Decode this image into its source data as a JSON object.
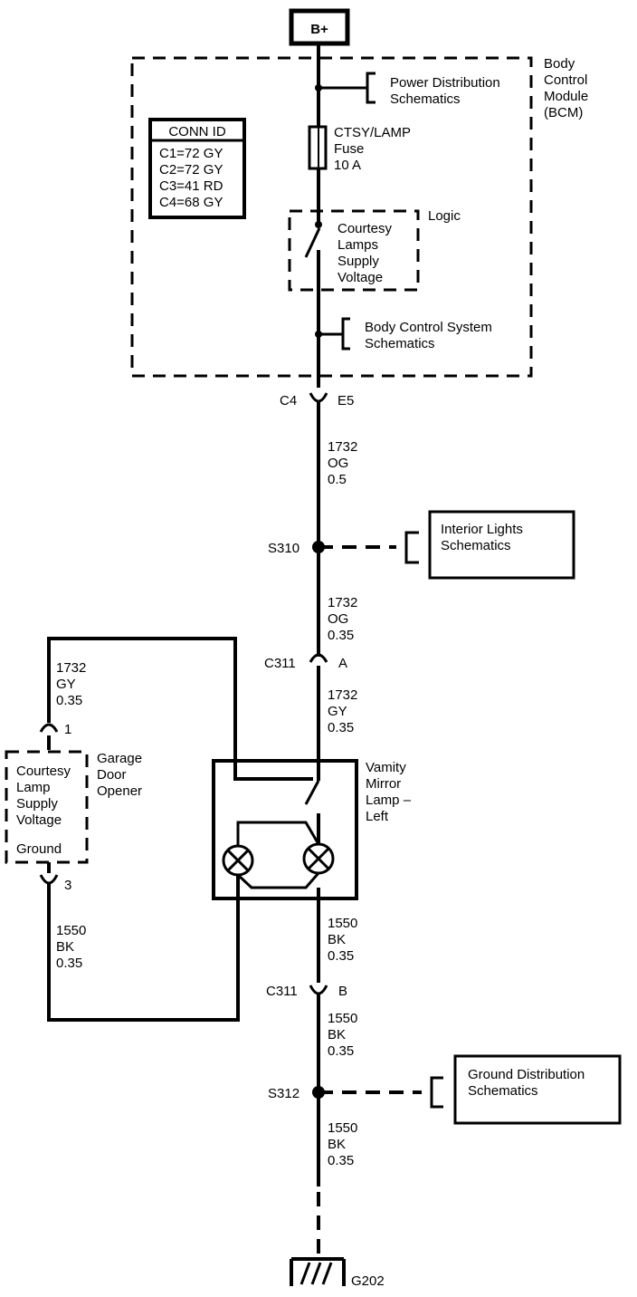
{
  "power_source": "B+",
  "bcm": {
    "label_lines": [
      "Body",
      "Control",
      "Module",
      "(BCM)"
    ]
  },
  "conn_id": {
    "title": "CONN ID",
    "rows": [
      "C1=72 GY",
      "C2=72 GY",
      "C3=41 RD",
      "C4=68 GY"
    ]
  },
  "refs": {
    "power_distribution": [
      "Power Distribution",
      "Schematics"
    ],
    "body_control_system": [
      "Body Control System",
      "Schematics"
    ],
    "interior_lights": [
      "Interior Lights",
      "Schematics"
    ],
    "ground_distribution": [
      "Ground Distribution",
      "Schematics"
    ]
  },
  "fuse": {
    "lines": [
      "CTSY/LAMP",
      "Fuse",
      "10 A"
    ]
  },
  "logic": {
    "label": "Logic",
    "switch_lines": [
      "Courtesy",
      "Lamps",
      "Supply",
      "Voltage"
    ]
  },
  "connectors": {
    "c4": "C4",
    "c4_pin": "E5",
    "c311a": "C311",
    "c311a_pin": "A",
    "c311b": "C311",
    "c311b_pin": "B",
    "gdo_pin1": "1",
    "gdo_pin3": "3"
  },
  "splices": {
    "s310": "S310",
    "s312": "S312"
  },
  "wires": {
    "w1": [
      "1732",
      "OG",
      "0.5"
    ],
    "w2": [
      "1732",
      "OG",
      "0.35"
    ],
    "w3": [
      "1732",
      "GY",
      "0.35"
    ],
    "w4": [
      "1732",
      "GY",
      "0.35"
    ],
    "w5": [
      "1550",
      "BK",
      "0.35"
    ],
    "w6": [
      "1550",
      "BK",
      "0.35"
    ],
    "w7": [
      "1550",
      "BK",
      "0.35"
    ],
    "w8": [
      "1550",
      "BK",
      "0.35"
    ]
  },
  "garage_door_opener": {
    "label_lines": [
      "Garage",
      "Door",
      "Opener"
    ],
    "inner_lines": [
      "Courtesy",
      "Lamp",
      "Supply",
      "Voltage"
    ],
    "ground_label": "Ground"
  },
  "vanity_mirror": {
    "label_lines": [
      "Vamity",
      "Mirror",
      "Lamp –",
      "Left"
    ]
  },
  "ground": {
    "label": "G202"
  }
}
